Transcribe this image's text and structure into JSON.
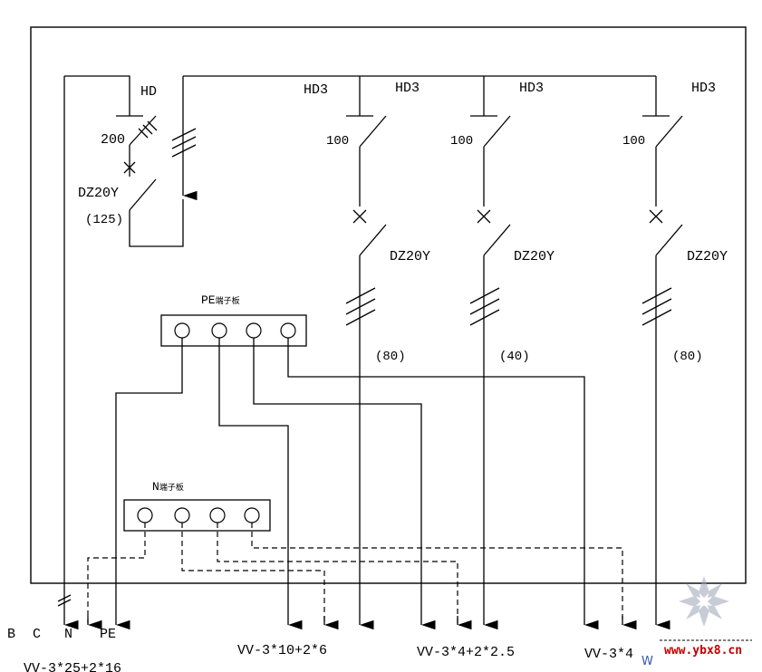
{
  "main_switch": {
    "name": "HD",
    "rating": "200",
    "breaker": "DZ20Y",
    "breaker_rating": "(125)"
  },
  "branches": [
    {
      "switch": "HD3",
      "switch_rating": "100",
      "breaker": "DZ20Y",
      "breaker_rating": "(80)",
      "cable": "VV-3*10+2*6"
    },
    {
      "switch": "HD3",
      "switch_rating": "100",
      "breaker": "DZ20Y",
      "breaker_rating": "(40)",
      "cable": "VV-3*4+2*2.5"
    },
    {
      "switch": "HD3",
      "switch_rating": "100",
      "breaker": "DZ20Y",
      "breaker_rating": "(80)",
      "cable": "VV-3*4"
    }
  ],
  "extra_label": "HD3",
  "pe_terminal": {
    "label": "PE",
    "suffix": "端子板"
  },
  "n_terminal": {
    "label": "N",
    "suffix": "端子板"
  },
  "incoming": {
    "phases": [
      "B",
      "C",
      "N",
      "PE"
    ],
    "cable": "VV-3*25+2*16"
  },
  "watermark": {
    "text": "www.ybx8.cn",
    "color": "#cc0000",
    "fragment": "W"
  }
}
